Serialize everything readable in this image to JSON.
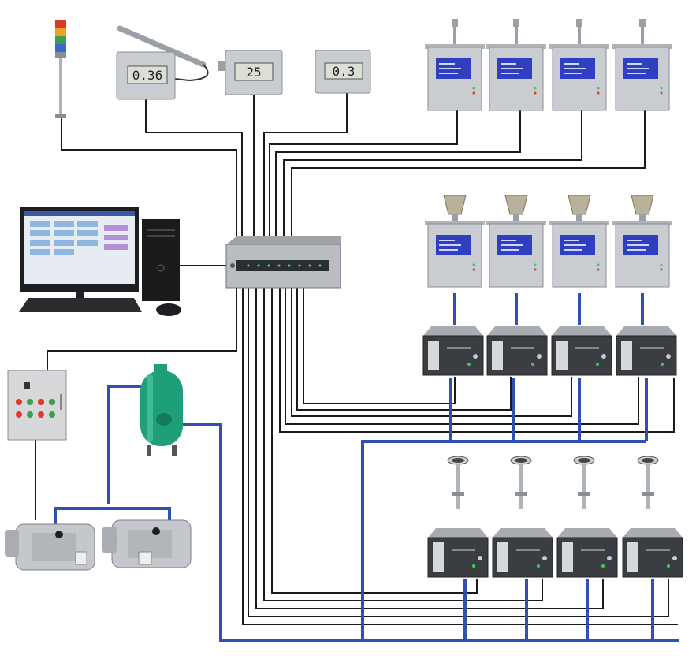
{
  "meters": [
    {
      "reading": "0.36"
    },
    {
      "reading": "25"
    },
    {
      "reading": "0.3"
    }
  ],
  "colors": {
    "signal_cable": "#1a1a1a",
    "vacuum_tube": "#2f4fb3",
    "tank": "#1f9e7a",
    "screen_blue": "#2f3fbf",
    "device_grey": "#c9ccd0"
  },
  "icons": {
    "tower_light": "signal-tower-light-icon",
    "meter": "display-meter-icon",
    "switch": "network-switch-icon",
    "computer": "computer-icon",
    "control_box": "control-box-icon",
    "tank": "air-tank-icon",
    "pump": "vacuum-pump-icon",
    "counter": "particle-counter-icon",
    "sampler": "airborne-sampler-icon"
  }
}
